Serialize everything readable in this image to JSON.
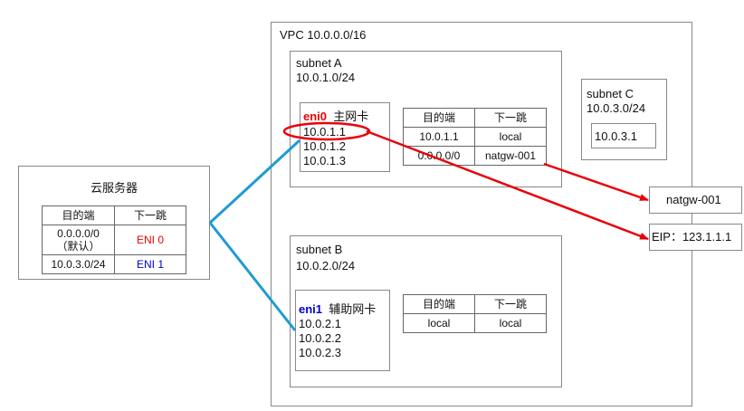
{
  "vpc": {
    "title": "VPC 10.0.0.0/16"
  },
  "cloud_server": {
    "title": "云服务器",
    "route_table": {
      "headers": [
        "目的端",
        "下一跳"
      ],
      "rows": [
        {
          "dest_line1": "0.0.0.0/0",
          "dest_line2": "（默认）",
          "next_hop": "ENI 0"
        },
        {
          "dest": "10.0.3.0/24",
          "next_hop": "ENI 1"
        }
      ]
    }
  },
  "subnet_a": {
    "title": "subnet A",
    "cidr": "10.0.1.0/24",
    "eni": {
      "name": "eni0",
      "desc": "主网卡",
      "ips": [
        "10.0.1.1",
        "10.0.1.2",
        "10.0.1.3"
      ]
    },
    "route_table": {
      "headers": [
        "目的端",
        "下一跳"
      ],
      "rows": [
        {
          "dest": "10.0.1.1",
          "next_hop": "local"
        },
        {
          "dest": "0.0.0.0/0",
          "next_hop": "natgw-001"
        }
      ]
    }
  },
  "subnet_b": {
    "title": "subnet B",
    "cidr": "10.0.2.0/24",
    "eni": {
      "name": "eni1",
      "desc": "辅助网卡",
      "ips": [
        "10.0.2.1",
        "10.0.2.2",
        "10.0.2.3"
      ]
    },
    "route_table": {
      "headers": [
        "目的端",
        "下一跳"
      ],
      "rows": [
        {
          "dest": "local",
          "next_hop": "local"
        }
      ]
    }
  },
  "subnet_c": {
    "title": "subnet C",
    "cidr": "10.0.3.0/24",
    "ip": "10.0.3.1"
  },
  "external": {
    "natgw": "natgw-001",
    "eip": "EIP：123.1.1.1"
  },
  "colors": {
    "connector": "#1f9bd1",
    "arrow": "#e8000b",
    "eni0": "#ee0000",
    "eni1": "#0000cc"
  }
}
